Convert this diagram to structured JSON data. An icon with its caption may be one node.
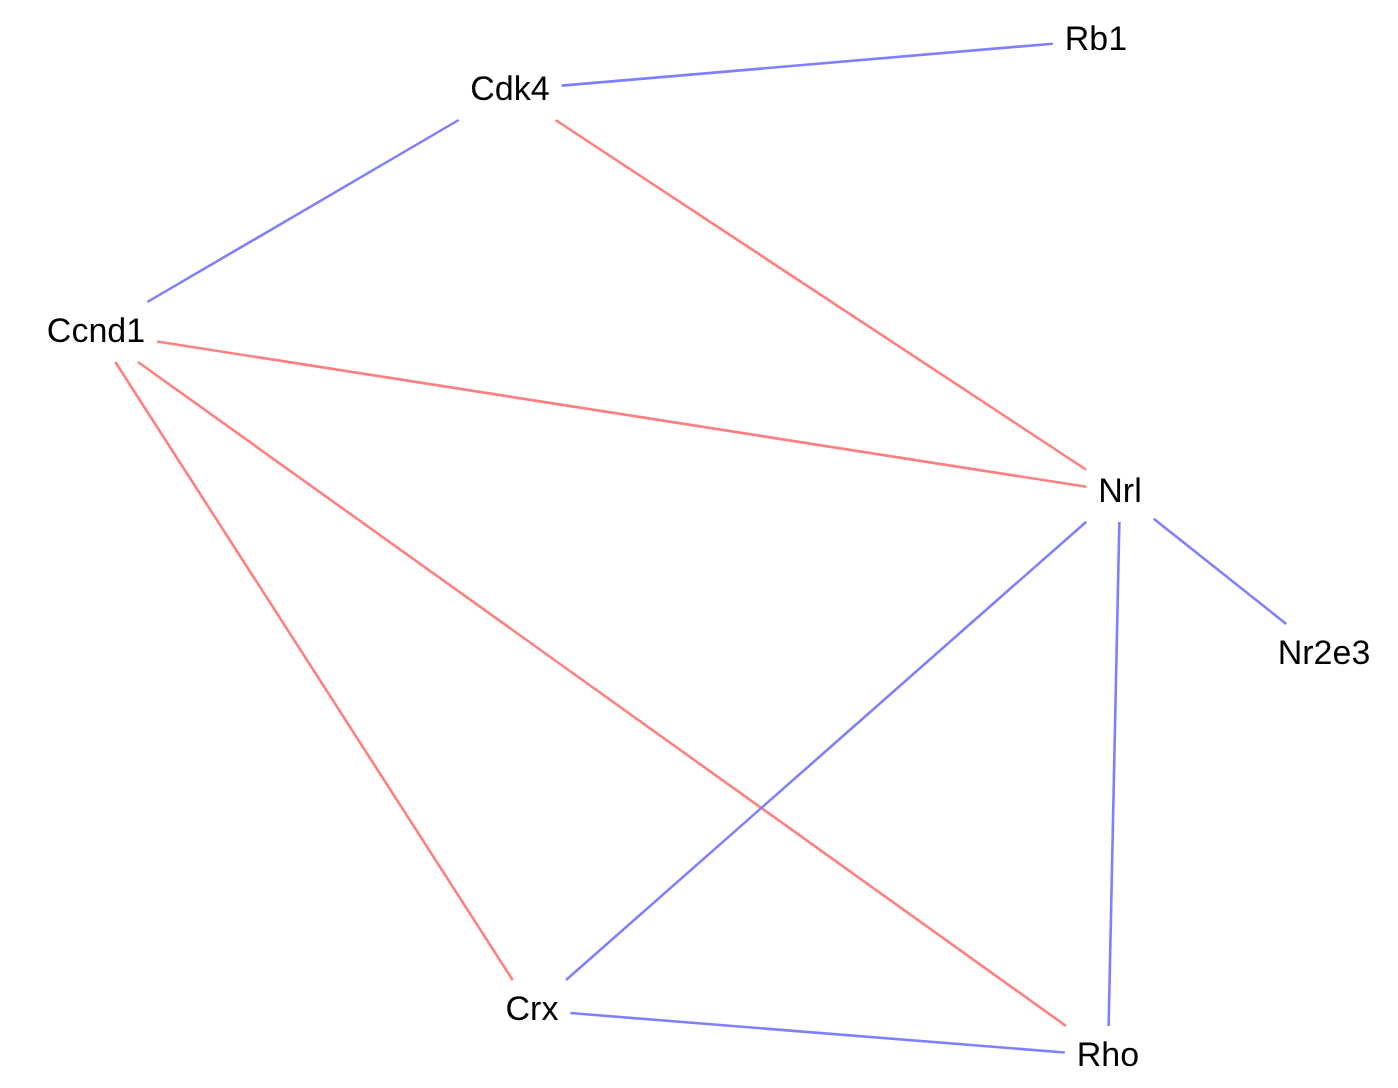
{
  "diagram": {
    "nodes": [
      {
        "text": [
          "Cdk4"
        ]
      },
      {
        "text": [
          "Rb1"
        ]
      },
      {
        "text": [
          "Ccnd1"
        ]
      },
      {
        "text": [
          "Nrl"
        ]
      },
      {
        "text": [
          "Nr2e3"
        ]
      },
      {
        "text": [
          "Crx"
        ]
      },
      {
        "text": [
          "Rho"
        ]
      }
    ],
    "edges": [
      {
        "from": 0,
        "to": 1,
        "arrow": "none"
      },
      {
        "from": 0,
        "to": 2,
        "arrow": "none"
      },
      {
        "from": 0,
        "to": 3,
        "arrow": "none",
        "color": "#ff8080"
      },
      {
        "from": 2,
        "to": 3,
        "arrow": "none",
        "color": "#ff8080"
      },
      {
        "from": 2,
        "to": 5,
        "arrow": "none",
        "color": "#ff8080"
      },
      {
        "from": 2,
        "to": 6,
        "arrow": "none",
        "color": "#ff8080"
      },
      {
        "from": 3,
        "to": 4,
        "arrow": "none"
      },
      {
        "from": 3,
        "to": 5,
        "arrow": "none"
      },
      {
        "from": 3,
        "to": 6,
        "arrow": "none"
      },
      {
        "from": 5,
        "to": 6,
        "arrow": "none"
      }
    ]
  }
}
